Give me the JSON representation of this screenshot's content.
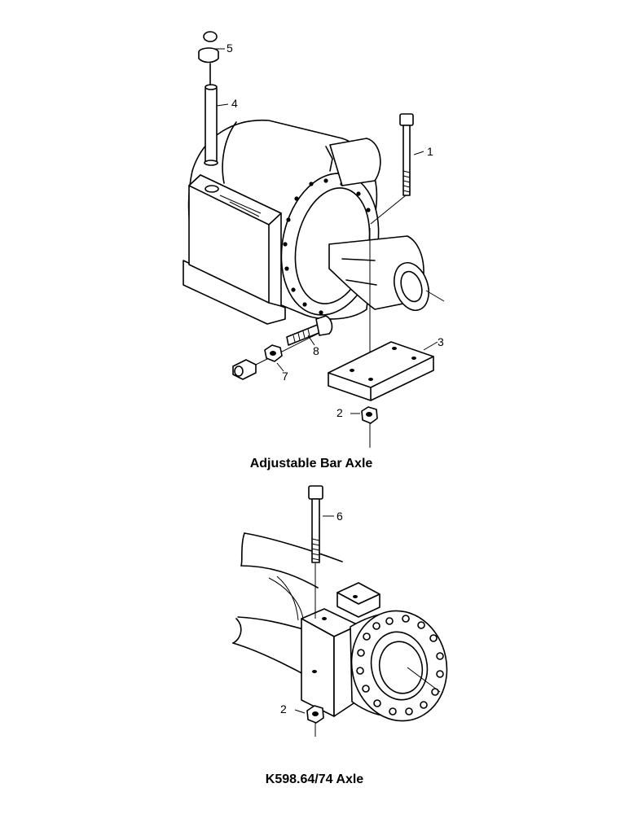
{
  "figure1": {
    "caption": "Adjustable Bar Axle",
    "callouts": [
      {
        "id": "1",
        "label": "1"
      },
      {
        "id": "2",
        "label": "2"
      },
      {
        "id": "3",
        "label": "3"
      },
      {
        "id": "4",
        "label": "4"
      },
      {
        "id": "5",
        "label": "5"
      },
      {
        "id": "7",
        "label": "7"
      },
      {
        "id": "8",
        "label": "8"
      }
    ]
  },
  "figure2": {
    "caption": "K598.64/74 Axle",
    "callouts": [
      {
        "id": "6",
        "label": "6"
      },
      {
        "id": "2",
        "label": "2"
      }
    ]
  }
}
